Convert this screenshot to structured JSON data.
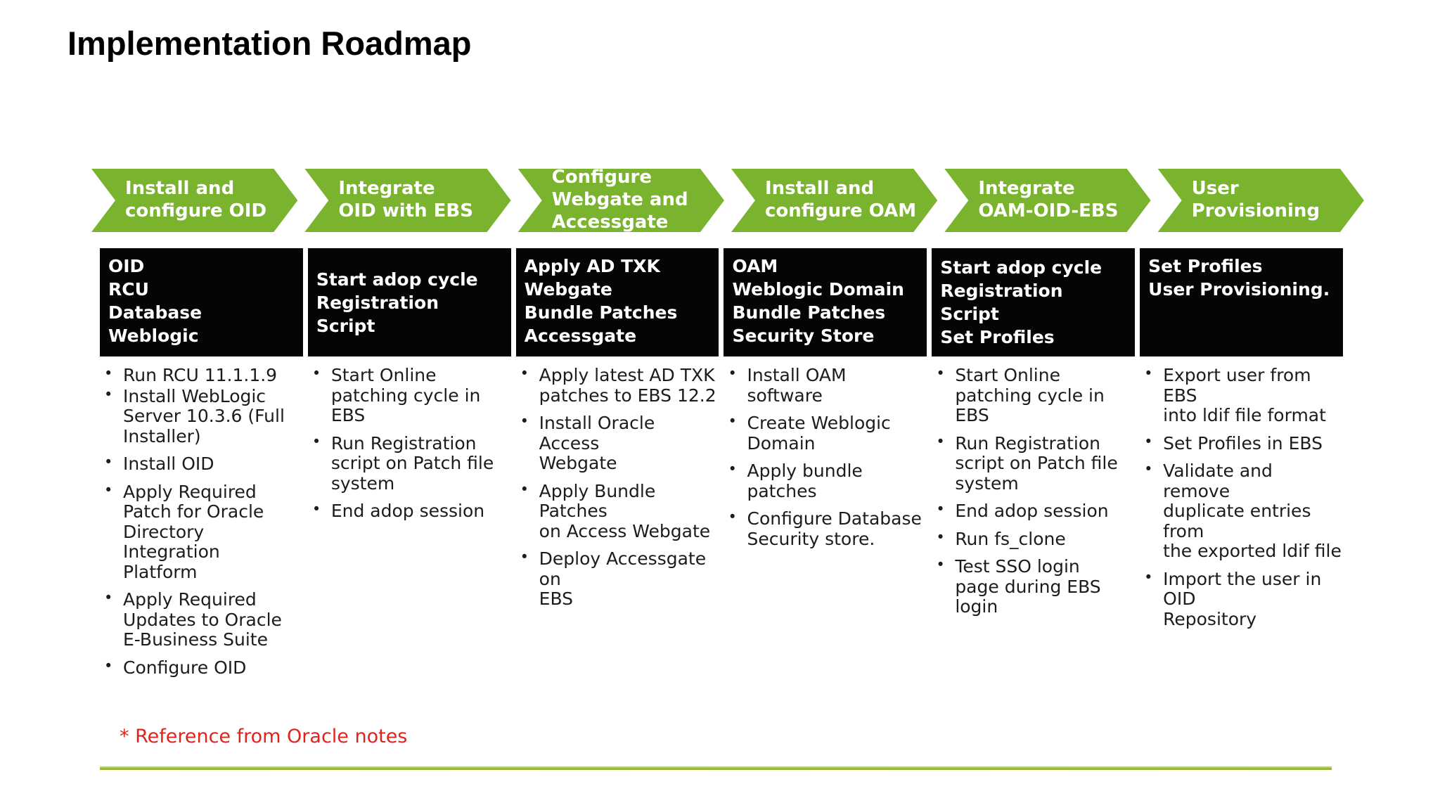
{
  "slide": {
    "title": "Implementation Roadmap",
    "footnote": "* Reference from Oracle notes"
  },
  "colors": {
    "arrow_green": "#7ab32d",
    "divider_green": "#9dc33e",
    "header_black": "#050505",
    "footnote_red": "#e0241c",
    "body_text": "#1c1c1c",
    "arrow_text": "#ffffff"
  },
  "columns": [
    {
      "arrow": "Install and\nconfigure OID",
      "header": "OID\nRCU\nDatabase\nWeblogic",
      "bullets": [
        "Run RCU 11.1.1.9",
        "Install WebLogic\nServer 10.3.6 (Full\nInstaller)",
        "Install OID",
        "Apply Required\nPatch for Oracle\nDirectory\nIntegration\nPlatform",
        "Apply Required\nUpdates to Oracle\nE-Business Suite",
        "Configure OID"
      ]
    },
    {
      "arrow": "Integrate\nOID with EBS",
      "header": "Start adop cycle\nRegistration Script",
      "bullets": [
        "Start Online\npatching cycle in\nEBS",
        "Run Registration\nscript on Patch file\nsystem",
        "End adop session"
      ]
    },
    {
      "arrow": "Configure\nWebgate and\nAccessgate",
      "header": "Apply AD TXK\nWebgate\nBundle Patches\nAccessgate",
      "bullets": [
        "Apply latest AD TXK\npatches to EBS 12.2",
        "Install Oracle Access\nWebgate",
        "Apply Bundle Patches\non Access Webgate",
        "Deploy Accessgate on\nEBS"
      ]
    },
    {
      "arrow": "Install and\nconfigure OAM",
      "header": "OAM\nWeblogic Domain\nBundle Patches\nSecurity Store",
      "bullets": [
        "Install OAM software",
        "Create Weblogic\nDomain",
        "Apply bundle patches",
        "Configure Database\nSecurity store."
      ]
    },
    {
      "arrow": "Integrate\nOAM-OID-EBS",
      "header": "Start adop cycle\nRegistration Script\nSet Profiles",
      "bullets": [
        "Start Online\npatching cycle in\nEBS",
        "Run Registration\nscript on Patch file\nsystem",
        "End adop session",
        "Run fs_clone",
        "Test SSO login\npage during EBS\nlogin"
      ]
    },
    {
      "arrow": "User\nProvisioning",
      "header": "Set Profiles\nUser Provisioning.",
      "bullets": [
        "Export user from EBS\ninto ldif file format",
        "Set Profiles in EBS",
        "Validate and remove\nduplicate entries from\nthe exported ldif file",
        "Import the user in OID\nRepository"
      ]
    }
  ]
}
